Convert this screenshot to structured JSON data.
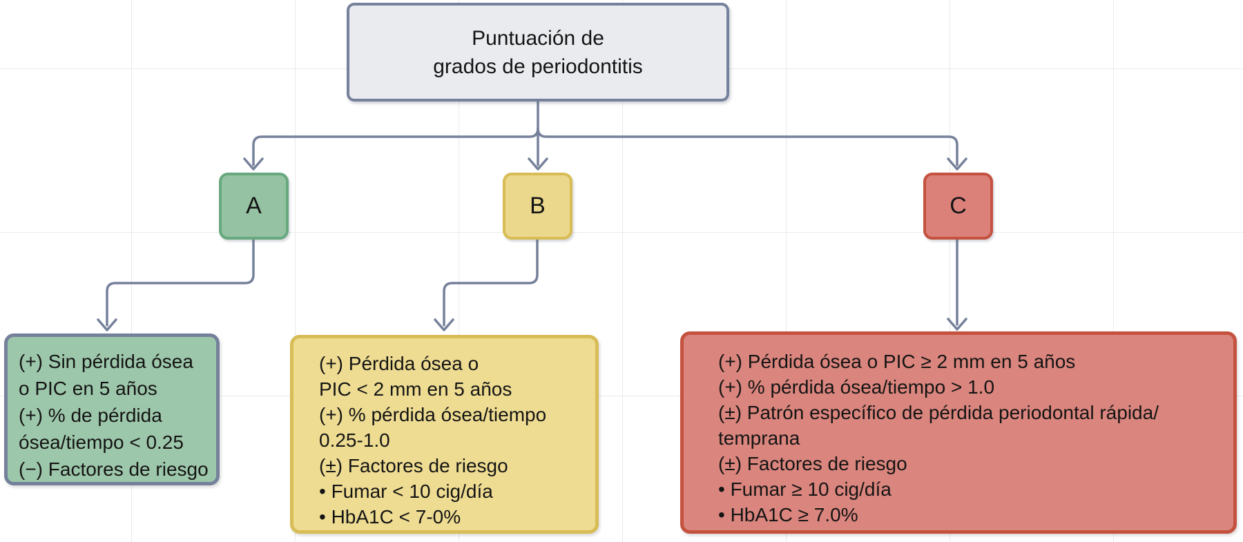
{
  "root": {
    "line1": "Puntuación de",
    "line2": "grados de periodontitis"
  },
  "grades": {
    "a": {
      "label": "A",
      "details": {
        "lines": [
          "(+) Sin pérdida ósea",
          "o PIC en 5 años",
          "(+) % de pérdida",
          "ósea/tiempo < 0.25",
          "(−) Factores de riesgo"
        ]
      }
    },
    "b": {
      "label": "B",
      "details": {
        "lines": [
          "(+) Pérdida ósea o",
          "PIC < 2 mm en 5 años",
          "(+) % pérdida ósea/tiempo",
          "0.25-1.0",
          "(±) Factores de riesgo",
          "• Fumar < 10 cig/día",
          "• HbA1C < 7-0%"
        ]
      }
    },
    "c": {
      "label": "C",
      "details": {
        "lines": [
          "(+) Pérdida ósea o PIC ≥ 2 mm en 5 años",
          "(+) % pérdida ósea/tiempo > 1.0",
          "(±) Patrón específico de pérdida periodontal rápida/",
          "temprana",
          "(±) Factores de riesgo",
          "• Fumar ≥ 10 cig/día",
          "• HbA1C ≥ 7.0%"
        ]
      }
    }
  },
  "colors": {
    "slate": "#75809A",
    "grid": "#EAEAEA",
    "text": "#141414",
    "root-fill": "#E9EBEE",
    "a-fill": "#95C2A2",
    "a-border": "#68A87E",
    "b-fill": "#ECD88C",
    "b-border": "#D8BC55",
    "c-fill": "#DB817A",
    "c-border": "#C4523F",
    "green-fill": "#9DC7AA",
    "yellow-fill": "#EEDC92",
    "red-fill": "#DA857D"
  }
}
